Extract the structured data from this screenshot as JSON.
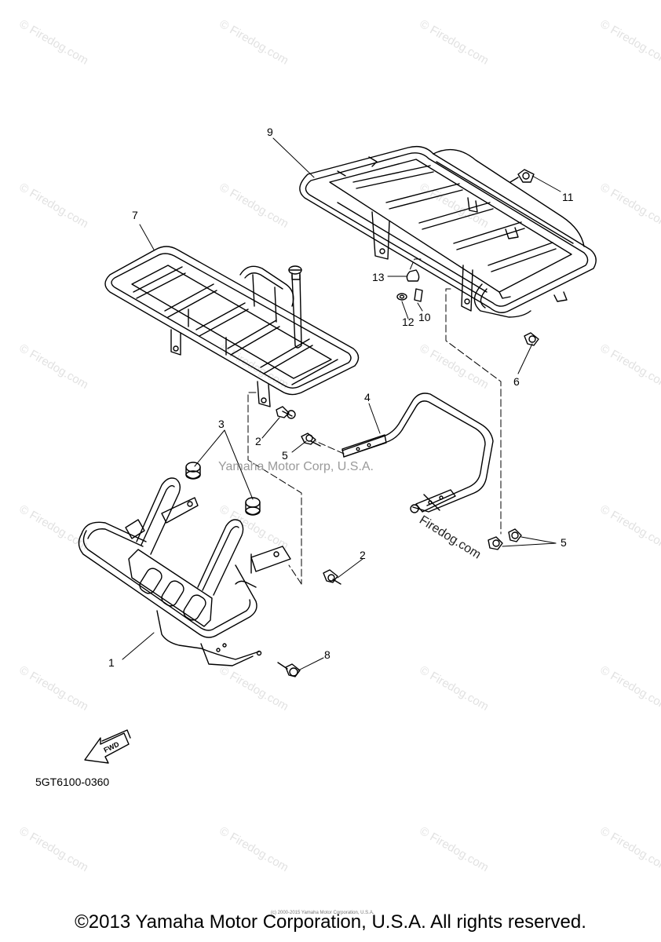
{
  "watermark": {
    "text": "© Firedog.com"
  },
  "callouts": [
    {
      "id": "c1",
      "label": "1"
    },
    {
      "id": "c2a",
      "label": "2"
    },
    {
      "id": "c2b",
      "label": "2"
    },
    {
      "id": "c3",
      "label": "3"
    },
    {
      "id": "c4",
      "label": "4"
    },
    {
      "id": "c5a",
      "label": "5"
    },
    {
      "id": "c5b",
      "label": "5"
    },
    {
      "id": "c6",
      "label": "6"
    },
    {
      "id": "c7",
      "label": "7"
    },
    {
      "id": "c8",
      "label": "8"
    },
    {
      "id": "c9",
      "label": "9"
    },
    {
      "id": "c10",
      "label": "10"
    },
    {
      "id": "c11",
      "label": "11"
    },
    {
      "id": "c12",
      "label": "12"
    },
    {
      "id": "c13",
      "label": "13"
    }
  ],
  "fwd_label": "FWD",
  "diagram_code": "5GT6100-0360",
  "center_watermark": "Yamaha Motor Corp, U.S.A.",
  "firedog_diagonal": "Firedog.com",
  "tiny_copyright": "(c) 2000-2015 Yamaha Motor Corporation, U.S.A.",
  "footer": "©2013 Yamaha Motor Corporation, U.S.A. All rights reserved."
}
